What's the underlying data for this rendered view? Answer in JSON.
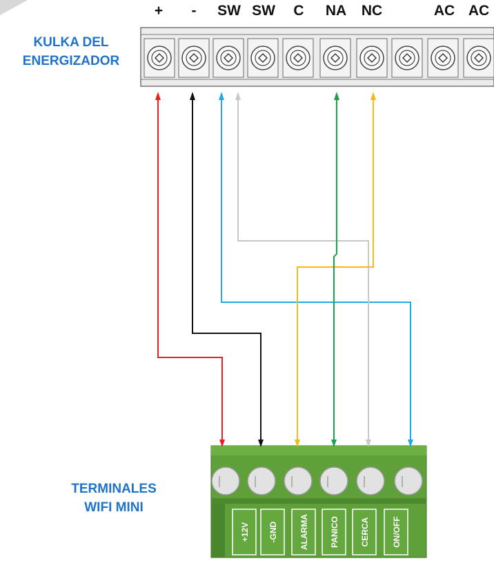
{
  "energizer": {
    "title_line1": "KULKA DEL",
    "title_line2": "ENERGIZADOR",
    "terminals": [
      "+",
      "-",
      "SW",
      "SW",
      "C",
      "NA",
      "NC",
      "",
      "AC",
      "AC"
    ]
  },
  "wifi": {
    "title_line1": "TERMINALES",
    "title_line2": "WIFI MINI",
    "terminals": [
      "+12V",
      "-GND",
      "ALARMA",
      "PANICO",
      "CERCA",
      "ON/OFF"
    ]
  },
  "wires": [
    {
      "from": "+",
      "to": "+12V",
      "color": "#e8201f"
    },
    {
      "from": "-",
      "to": "-GND",
      "color": "#111111"
    },
    {
      "from": "SW",
      "to": "ON/OFF",
      "color": "#1fa9e6"
    },
    {
      "from": "SW",
      "to": "CERCA",
      "color": "#c8c8c8"
    },
    {
      "from": "NA",
      "to": "PANICO",
      "color": "#1aa34a"
    },
    {
      "from": "NC",
      "to": "ALARMA",
      "color": "#f6b814"
    }
  ],
  "colors": {
    "title": "#1e73c8",
    "block_green": "#5fa03a",
    "block_gray": "#e2e2e2"
  }
}
